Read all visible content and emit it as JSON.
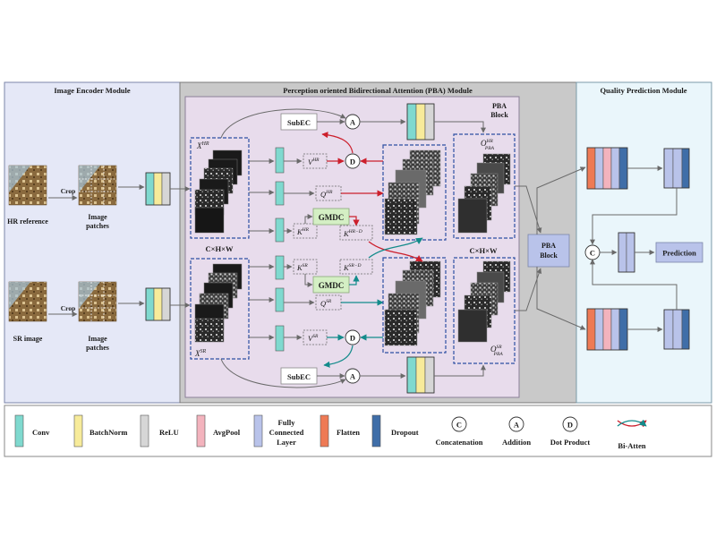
{
  "modules": {
    "encoder": {
      "title": "Image Encoder Module"
    },
    "pba": {
      "title": "Perception oriented Bidirectional Attention (PBA) Module",
      "block_line1": "PBA",
      "block_line2": "Block"
    },
    "quality": {
      "title": "Quality Prediction Module"
    }
  },
  "encoder": {
    "hr_label": "HR reference",
    "sr_label": "SR image",
    "crop": "Crop",
    "patches_line1": "Image",
    "patches_line2": "patches"
  },
  "pba": {
    "subec": "SubEC",
    "gmdc": "GMDC",
    "dims": "C×H×W",
    "x_hr": "X",
    "x_hr_sup": "HR",
    "x_sr": "X",
    "x_sr_sup": "SR",
    "v_hr": "V",
    "v_hr_sup": "HR",
    "q_hr": "Q",
    "q_hr_sup": "HR",
    "k_hr": "K",
    "k_hr_sup": "HR",
    "k_hr_d": "K",
    "k_hr_d_sup": "HR−D",
    "k_sr": "K",
    "k_sr_sup": "SR",
    "k_sr_d": "K",
    "k_sr_d_sup": "SR−D",
    "q_sr": "Q",
    "q_sr_sup": "SR",
    "v_sr": "V",
    "v_sr_sup": "SR",
    "o_hr": "O",
    "o_hr_sup": "HR",
    "o_hr_sub": "PBA",
    "o_sr": "O",
    "o_sr_sup": "SR",
    "o_sr_sub": "PBA",
    "op_a": "A",
    "op_d": "D",
    "op_c": "C"
  },
  "prediction": {
    "label": "Prediction"
  },
  "legend": {
    "conv": "Conv",
    "batchnorm": "BatchNorm",
    "relu": "ReLU",
    "avgpool": "AvgPool",
    "fc_line1": "Fully",
    "fc_line2": "Connected",
    "fc_line3": "Layer",
    "flatten": "Flatten",
    "dropout": "Dropout",
    "concatenation": "Concatenation",
    "addition": "Addition",
    "dot_product": "Dot Product",
    "bi_atten": "Bi-Atten"
  },
  "colors": {
    "conv": "#7fd9cf",
    "batchnorm": "#f7eb9a",
    "relu": "#d6d6d6",
    "avgpool": "#f3b3bd",
    "fc": "#b9c3ea",
    "flatten": "#ee7a55",
    "dropout": "#3f6ea8",
    "encoder_bg": "#e5e8f7",
    "pba_bg": "#c9c9c9",
    "pba_inner": "#e8dcec",
    "quality_bg": "#eaf6fb",
    "gmdc": "#d4efc4",
    "arrow_red": "#cc1f2c",
    "arrow_teal": "#138b8b",
    "frame_blue": "#2d4fa3"
  }
}
